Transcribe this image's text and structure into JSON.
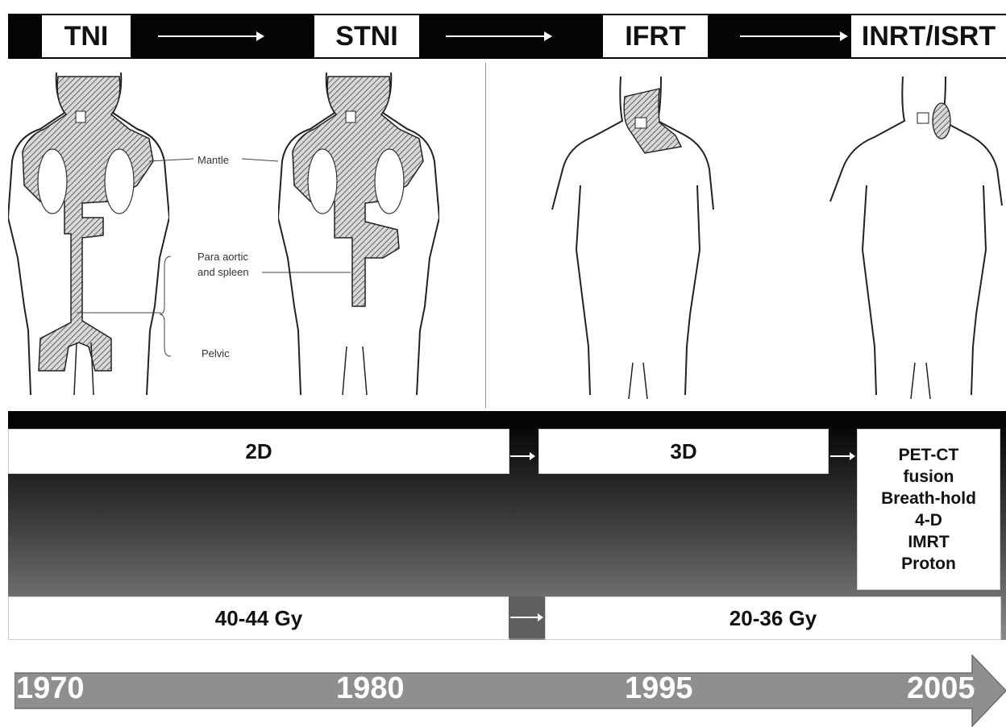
{
  "eras": [
    "TNI",
    "STNI",
    "IFRT",
    "INRT/ISRT"
  ],
  "field_labels": {
    "mantle": "Mantle",
    "para_aortic_line1": "Para aortic",
    "para_aortic_line2": "and spleen",
    "pelvic": "Pelvic"
  },
  "planning": {
    "d2": "2D",
    "d3": "3D",
    "advanced": [
      "PET-CT",
      "fusion",
      "Breath-hold",
      "4-D",
      "IMRT",
      "Proton"
    ]
  },
  "doses": {
    "early": "40-44 Gy",
    "late": "20-36 Gy"
  },
  "timeline": [
    "1970",
    "1980",
    "1995",
    "2005"
  ],
  "colors": {
    "header": "#050505",
    "timeline_arrow": "#8f8f8f",
    "hatch": "#555555"
  }
}
